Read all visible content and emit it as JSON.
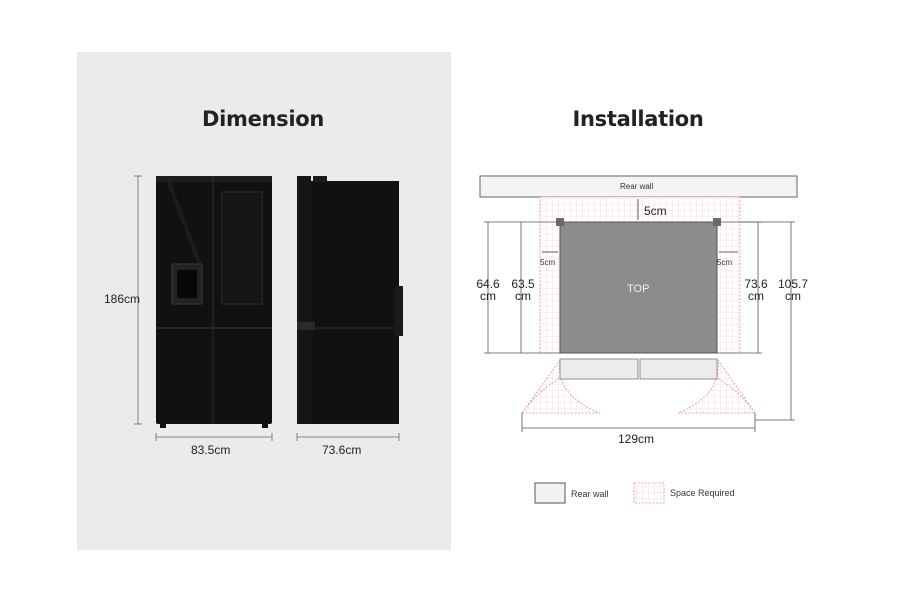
{
  "dimension": {
    "title": "Dimension",
    "height_label": "186cm",
    "front_width_label": "83.5cm",
    "side_depth_label": "73.6cm"
  },
  "installation": {
    "title": "Installation",
    "rear_wall_label": "Rear wall",
    "gap_top_label": "5cm",
    "gap_left_label": "5cm",
    "gap_right_label": "5cm",
    "top_label": "TOP",
    "left_outer": {
      "value": "64.6",
      "unit": "cm"
    },
    "left_inner": {
      "value": "63.5",
      "unit": "cm"
    },
    "right_inner": {
      "value": "73.6",
      "unit": "cm"
    },
    "right_outer": {
      "value": "105.7",
      "unit": "cm"
    },
    "width_label": "129cm"
  },
  "legend": {
    "rear_wall": "Rear wall",
    "space_required": "Space Required"
  },
  "colors": {
    "panel_bg": "#ebebeb",
    "fridge": "#111111",
    "appliance_top": "#8c8c8c",
    "space_required": "#e0708a",
    "rear_wall_fill": "#f2f2f2"
  }
}
